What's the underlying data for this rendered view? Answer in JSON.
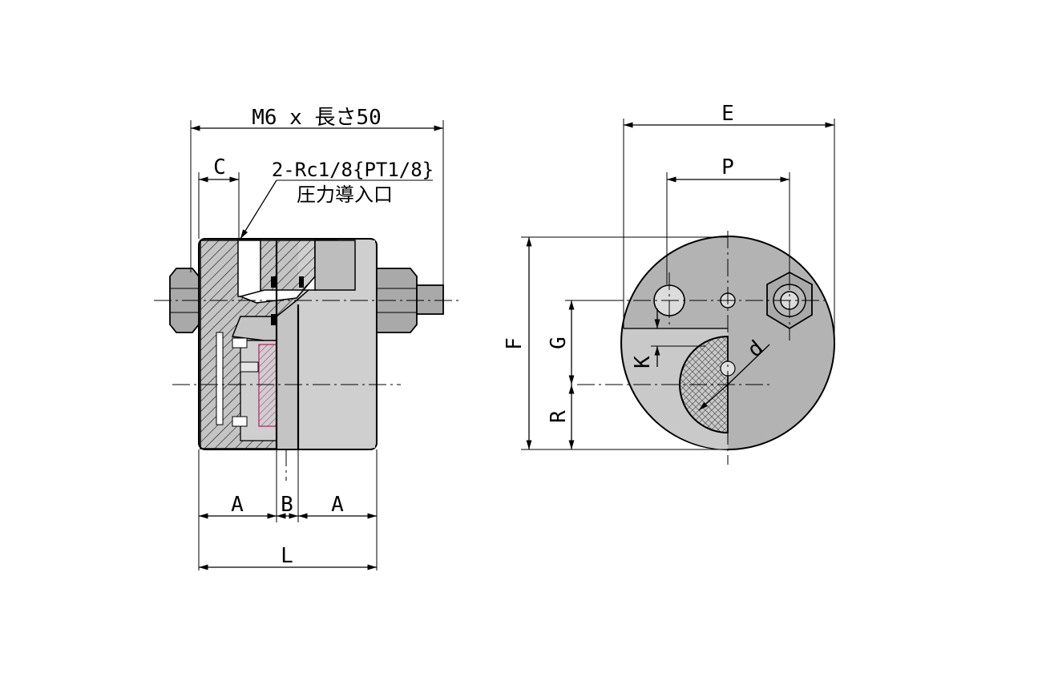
{
  "drawing": {
    "labels": {
      "overall_bolt": "M6 x 長さ50",
      "port_spec": "2-Rc1/8{PT1/8}",
      "port_name": "圧力導入口",
      "C": "C",
      "A_left": "A",
      "B": "B",
      "A_right": "A",
      "L": "L",
      "E": "E",
      "P": "P",
      "F": "F",
      "G": "G",
      "K": "K",
      "R": "R",
      "d": "d"
    }
  }
}
